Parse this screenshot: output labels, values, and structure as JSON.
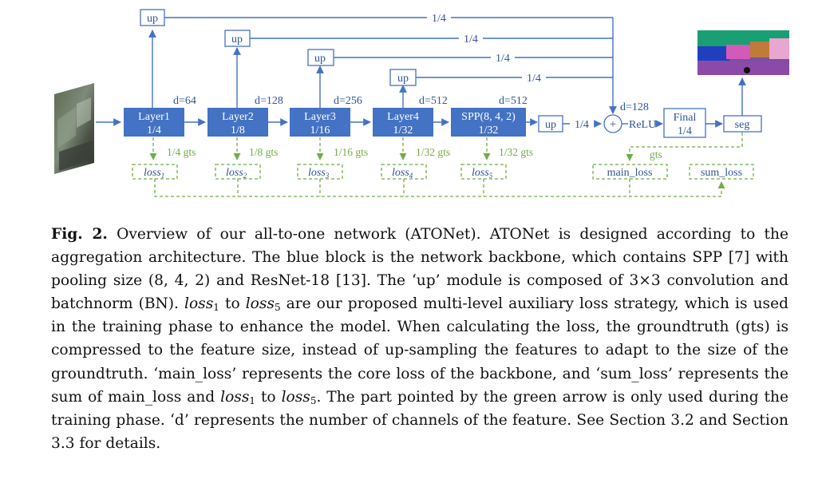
{
  "colors": {
    "blue": "#4472c4",
    "blue_text": "#2f5597",
    "green": "#70ad47",
    "caption_text": "#111111"
  },
  "diagram": {
    "blocks": {
      "layer1": [
        "Layer1",
        "1/4"
      ],
      "layer2": [
        "Layer2",
        "1/8"
      ],
      "layer3": [
        "Layer3",
        "1/16"
      ],
      "layer4": [
        "Layer4",
        "1/32"
      ],
      "spp": [
        "SPP(8, 4, 2)",
        "1/32"
      ],
      "final": [
        "Final",
        "1/4"
      ]
    },
    "channels": {
      "layer1": "d=64",
      "layer2": "d=128",
      "layer3": "d=256",
      "layer4": "d=512",
      "spp": "d=512",
      "relu": "d=128"
    },
    "up_label": "up",
    "skip_scales": [
      "1/4",
      "1/4",
      "1/4",
      "1/4"
    ],
    "spp_out_scale": "1/4",
    "plus_symbol": "+",
    "relu_label": "ReLU",
    "seg_label": "seg",
    "gts_labels": [
      "1/4 gts",
      "1/8 gts",
      "1/16 gts",
      "1/32 gts",
      "1/32 gts"
    ],
    "final_gts": "gts",
    "loss_labels": [
      [
        "loss",
        "1"
      ],
      [
        "loss",
        "2"
      ],
      [
        "loss",
        "3"
      ],
      [
        "loss",
        "4"
      ],
      [
        "loss",
        "5"
      ]
    ],
    "main_loss": "main_loss",
    "sum_loss": "sum_loss"
  },
  "caption": {
    "fig_label": "Fig. 2.",
    "s1": " Overview of our all-to-one network (ATONet). ATONet is designed according to the aggregation architecture. The blue block is the network backbone, which contains SPP [7] with pooling size (8, 4, 2) and ResNet-18 [13]. The ‘up’ module is composed of 3×3 convolution and batchnorm (BN). ",
    "loss_word": "loss",
    "sub1": "1",
    "to_word": " to ",
    "sub5": "5",
    "s2": " are our proposed multi-level auxiliary loss strategy, which is used in the training phase to enhance the model. When calculating the loss, the groundtruth (gts) is compressed to the feature size, instead of up-sampling the features to adapt to the size of the groundtruth. ‘main_loss’ represents the core loss of the backbone, and ‘sum_loss’ represents the sum of main_loss and ",
    "s3": " to ",
    "s4": ". The part pointed by the green arrow is only used during the training phase. ‘d’ represents the number of channels of the feature. See Section 3.2 and Section 3.3 for details."
  }
}
